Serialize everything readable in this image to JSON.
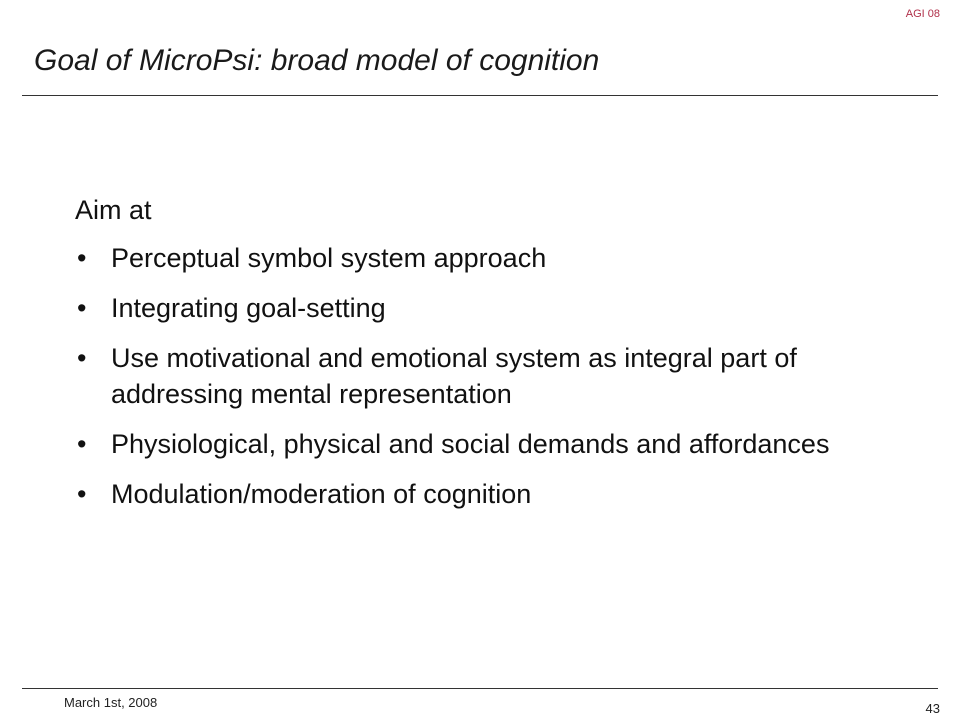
{
  "header": {
    "tag": "AGI 08",
    "title": "Goal of MicroPsi: broad model of cognition"
  },
  "body": {
    "lead": "Aim at",
    "bullet_symbol": "•",
    "bullets": [
      "Perceptual symbol system approach",
      "Integrating goal-setting",
      "Use motivational and emotional system as integral part of addressing mental representation",
      "Physiological, physical and social demands and affordances",
      "Modulation/moderation of cognition"
    ]
  },
  "footer": {
    "date": "March 1st, 2008",
    "page": "43"
  },
  "colors": {
    "tag": "#b0304a",
    "text": "#111111",
    "rule": "#333333"
  }
}
